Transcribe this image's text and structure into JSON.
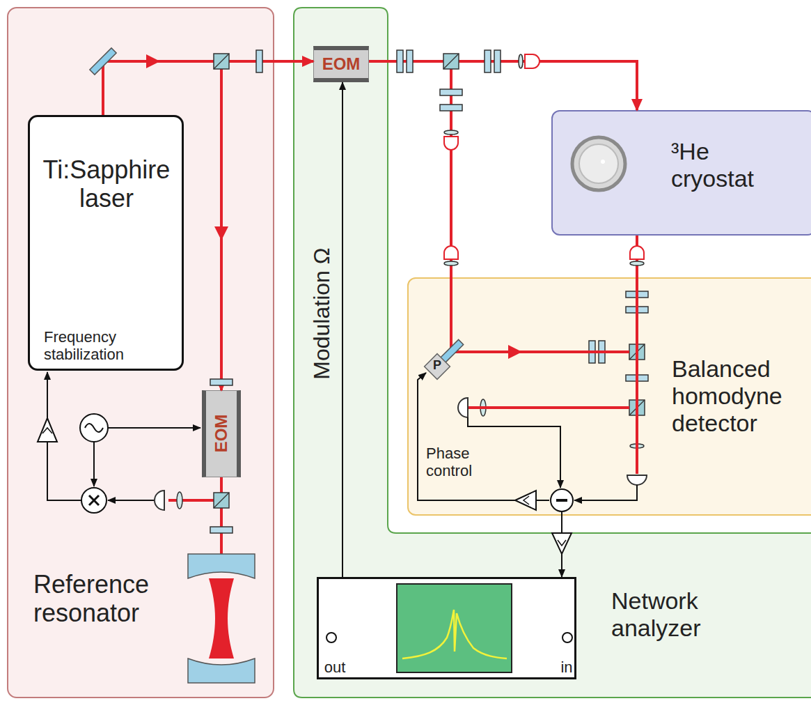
{
  "diagram": {
    "nodes": [
      {
        "text": [
          "Reference resonator"
        ]
      },
      {
        "text": [
          "Ti:Sapphire laser",
          "Frequency stabilization"
        ],
        "in": 0
      },
      {
        "text": [
          "EOM"
        ],
        "in": 0
      },
      {
        "text": [
          "Modulation Ω"
        ]
      },
      {
        "text": [
          "EOM"
        ],
        "in": 3
      },
      {
        "text": [
          "³He cryostat"
        ]
      },
      {
        "text": [
          "Balanced homodyne detector",
          "Phase control"
        ]
      },
      {
        "text": [
          "Network analyzer",
          "out",
          "in"
        ],
        "in": 3
      }
    ],
    "edges": [
      {
        "from": 1,
        "to": 4,
        "arrow": "to"
      },
      {
        "from": 1,
        "to": 2,
        "arrow": "to"
      },
      {
        "from": 4,
        "to": 5,
        "arrow": "to"
      },
      {
        "from": 5,
        "to": 6,
        "arrow": "none"
      },
      {
        "from": 4,
        "to": 6,
        "arrow": "none"
      },
      {
        "from": 7,
        "to": 4,
        "arrow": "to"
      },
      {
        "from": 6,
        "to": 7,
        "arrow": "to"
      }
    ],
    "labels": [
      "P"
    ]
  }
}
